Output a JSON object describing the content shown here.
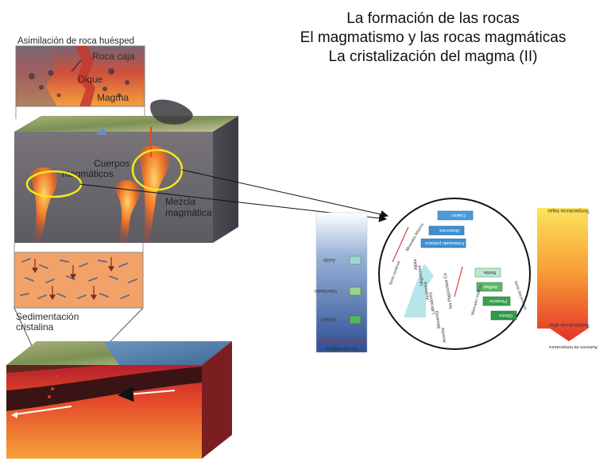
{
  "title": {
    "line1": "La formación de las rocas",
    "line2": "El magmatismo y las rocas magmáticas",
    "line3": "La cristalización del magma (II)"
  },
  "left_figure": {
    "inset_top": {
      "heading": "Asimilación de roca huésped",
      "label_roca_caja": "Roca caja",
      "label_dique": "Dique",
      "label_magma": "Magma"
    },
    "block": {
      "label_cuerpos_1": "Cuerpos",
      "label_cuerpos_2": "magmáticos",
      "label_mezcla_1": "Mezcla",
      "label_mezcla_2": "magmática"
    },
    "inset_bottom": {
      "label_sed_1": "Sedimentación",
      "label_sed_2": "cristalina"
    }
  },
  "right_figure": {
    "bar_left": {
      "top_label": "Tipo de magma",
      "items": [
        "Ácido",
        "Intermedio",
        "Básico"
      ]
    },
    "bowen": {
      "continuous_series": "Serie continua",
      "discontinuous_series": "Serie discontinua",
      "felsic_minerals": "Minerales félsicos",
      "mafic_minerals": "Minerales máficos",
      "plagioclase": "Na Plagioclasa Ca",
      "plagio_list": [
        "Albita",
        "Oligoclasa",
        "Andesina",
        "Labradorita",
        "Bitownita",
        "Anortita"
      ],
      "boxes_blue": [
        "Cuarzo",
        "Moscovita",
        "Feldespato potásico"
      ],
      "boxes_green": [
        "Biotita",
        "Anfíbol",
        "Piroxeno",
        "Olivino"
      ]
    },
    "bar_right": {
      "top_label": "Temperaturas bajas",
      "bottom_label": "Temperaturas altas",
      "axis_label": "Aumento de temperatura"
    }
  },
  "colors": {
    "magma": "#e8461c",
    "magma_light": "#f8a23a",
    "highlight": "#f3ea18",
    "mineral_blue": "#3f8fcf",
    "mineral_green": "#2f9a4a"
  }
}
